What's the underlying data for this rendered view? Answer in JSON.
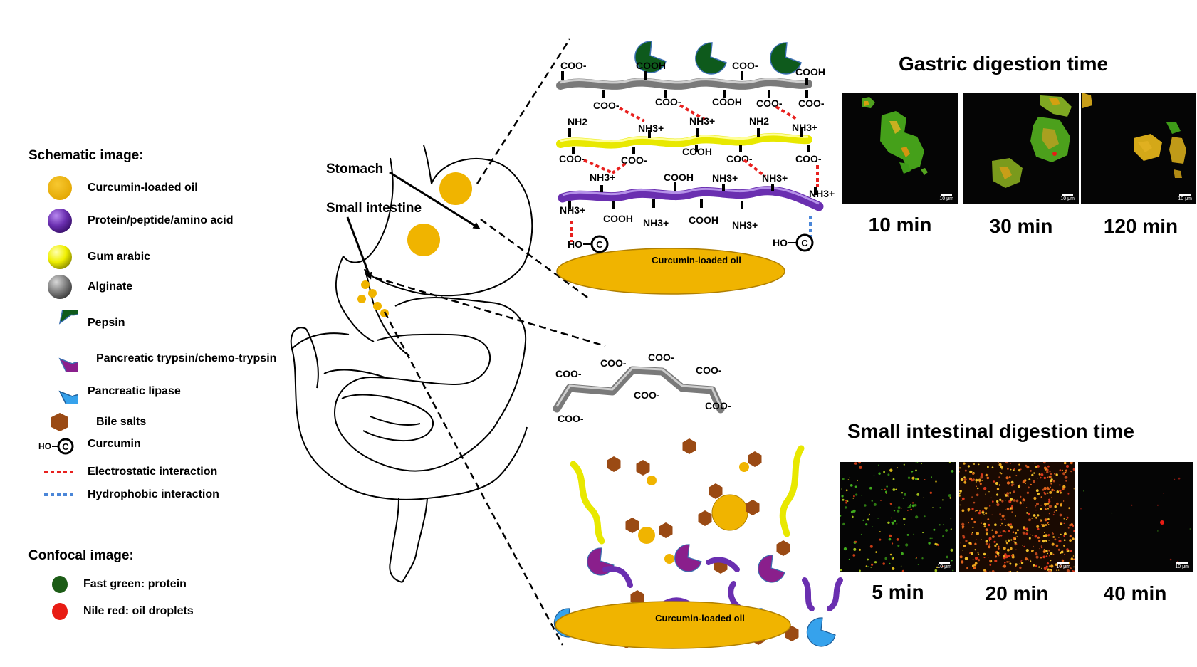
{
  "legend": {
    "schematic_heading": "Schematic image:",
    "items": [
      {
        "label": "Curcumin-loaded oil",
        "symbol": "oil-droplet-icon"
      },
      {
        "label": "Protein/peptide/amino acid",
        "symbol": "protein-sphere-icon"
      },
      {
        "label": "Gum arabic",
        "symbol": "gum-arabic-sphere-icon"
      },
      {
        "label": "Alginate",
        "symbol": "alginate-sphere-icon"
      },
      {
        "label": "Pepsin",
        "symbol": "pepsin-pacman-icon"
      },
      {
        "label": "Pancreatic trypsin/chemo-trypsin",
        "symbol": "trypsin-pacman-icon"
      },
      {
        "label": "Pancreatic lipase",
        "symbol": "lipase-pacman-icon"
      },
      {
        "label": "Bile salts",
        "symbol": "bile-salt-hexagon-icon"
      },
      {
        "label": "Curcumin",
        "symbol": "curcumin-icon",
        "glyph_text": "HO",
        "glyph_letter": "C"
      },
      {
        "label": "Electrostatic interaction",
        "symbol": "electrostatic-line-icon"
      },
      {
        "label": "Hydrophobic interaction",
        "symbol": "hydrophobic-line-icon"
      }
    ],
    "confocal_heading": "Confocal image:",
    "confocal_items": [
      {
        "label": "Fast green: protein",
        "symbol": "green-dot-icon"
      },
      {
        "label": "Nile red: oil droplets",
        "symbol": "red-dot-icon"
      }
    ]
  },
  "anatomy": {
    "stomach_label": "Stomach",
    "small_intestine_label": "Small intestine"
  },
  "gastric_schematic": {
    "oil_label": "Curcumin-loaded oil",
    "alginate_top": [
      "COO-",
      "COOH",
      "COO-",
      "COOH"
    ],
    "alginate_bottom": [
      "COO-",
      "COO-",
      "COOH",
      "COO-",
      "COO-"
    ],
    "gum_top": [
      "NH2",
      "NH3+",
      "NH3+",
      "NH2",
      "NH3+"
    ],
    "gum_bottom": [
      "COO-",
      "COO-",
      "COOH",
      "COO-",
      "COO-"
    ],
    "protein_top": [
      "NH3+",
      "COOH",
      "NH3+",
      "NH3+",
      "NH3+"
    ],
    "protein_bottom": [
      "NH3+",
      "COOH",
      "NH3+",
      "COOH",
      "NH3+"
    ],
    "curcumin_text": "HO",
    "curcumin_letter": "C"
  },
  "intestinal_schematic": {
    "oil_label": "Curcumin-loaded oil",
    "alginate_labels": [
      "COO-",
      "COO-",
      "COO-",
      "COO-",
      "COO-",
      "COO-",
      "COO-"
    ]
  },
  "gastric_panel": {
    "title": "Gastric digestion time",
    "images": [
      {
        "time": "10 min",
        "scale": "10 μm"
      },
      {
        "time": "30 min",
        "scale": "10 μm"
      },
      {
        "time": "120 min",
        "scale": "10 μm"
      }
    ]
  },
  "intestinal_panel": {
    "title": "Small intestinal digestion time",
    "images": [
      {
        "time": "5 min",
        "scale": "10 μm"
      },
      {
        "time": "20 min",
        "scale": "10 μm"
      },
      {
        "time": "40 min",
        "scale": "10 μm"
      }
    ]
  },
  "colors": {
    "oil": "#F0B400",
    "protein": "#6A2FB0",
    "gum_arabic": "#F2F200",
    "alginate": "#7F7F7F",
    "pepsin": "#0E5A1C",
    "trypsin": "#8A1F8C",
    "lipase": "#36A2EC",
    "bile_salt": "#9A4A14",
    "electrostatic": "#E8201E",
    "hydrophobic": "#4A86D8",
    "fast_green": "#1C5C16",
    "nile_red": "#E81C14"
  }
}
